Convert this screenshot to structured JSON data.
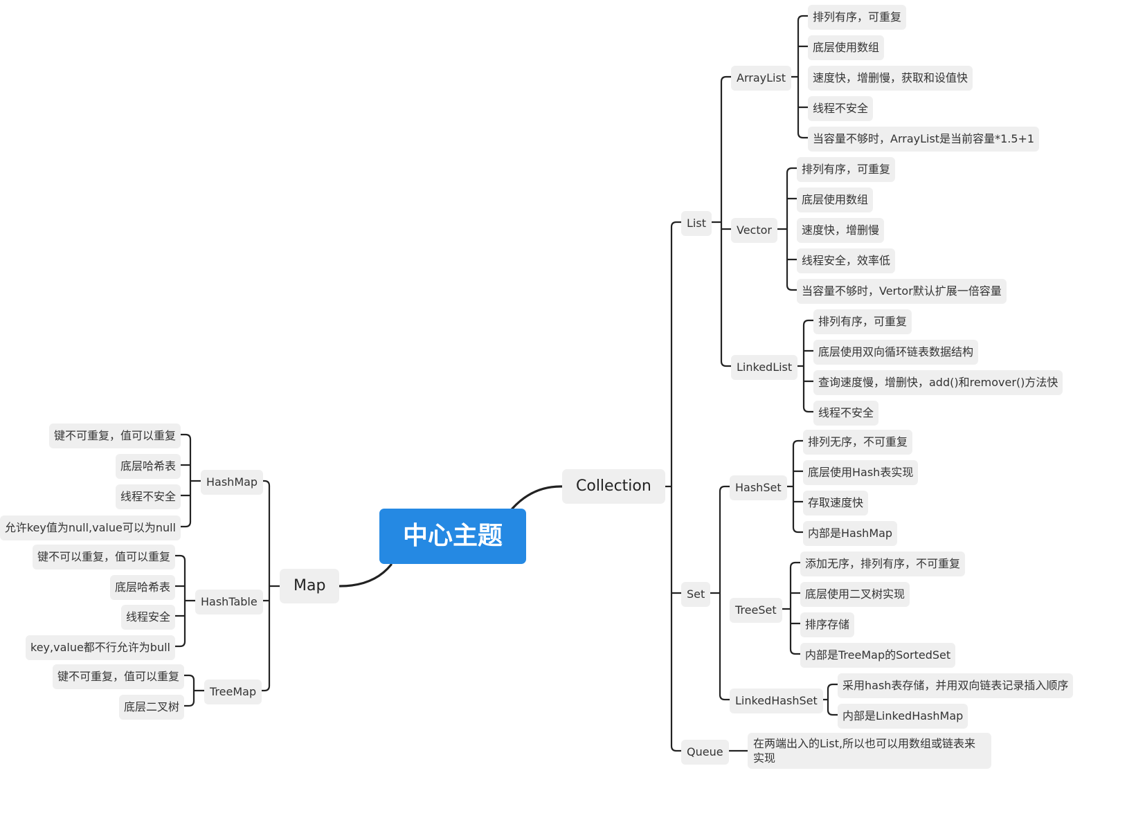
{
  "center": "中心主题",
  "branches": {
    "collection": {
      "label": "Collection",
      "list": {
        "label": "List",
        "arraylist": {
          "label": "ArrayList",
          "items": [
            "排列有序，可重复",
            "底层使用数组",
            "速度快，增删慢，获取和设值快",
            "线程不安全",
            "当容量不够时，ArrayList是当前容量*1.5+1"
          ]
        },
        "vector": {
          "label": "Vector",
          "items": [
            "排列有序，可重复",
            "底层使用数组",
            "速度快，增删慢",
            "线程安全，效率低",
            "当容量不够时，Vertor默认扩展一倍容量"
          ]
        },
        "linkedlist": {
          "label": "LinkedList",
          "items": [
            "排列有序，可重复",
            "底层使用双向循环链表数据结构",
            "查询速度慢，增删快，add()和remover()方法快",
            "线程不安全"
          ]
        }
      },
      "set": {
        "label": "Set",
        "hashset": {
          "label": "HashSet",
          "items": [
            "排列无序，不可重复",
            "底层使用Hash表实现",
            "存取速度快",
            "内部是HashMap"
          ]
        },
        "treeset": {
          "label": "TreeSet",
          "items": [
            "添加无序，排列有序，不可重复",
            "底层使用二叉树实现",
            "排序存储",
            "内部是TreeMap的SortedSet"
          ]
        },
        "linkedhashset": {
          "label": "LinkedHashSet",
          "items": [
            "采用hash表存储，并用双向链表记录插入顺序",
            "内部是LinkedHashMap"
          ]
        }
      },
      "queue": {
        "label": "Queue",
        "items": [
          "在两端出入的List,所以也可以用数组或链表来实现"
        ]
      }
    },
    "map": {
      "label": "Map",
      "hashmap": {
        "label": "HashMap",
        "items": [
          "键不可重复，值可以重复",
          "底层哈希表",
          "线程不安全",
          "允许key值为null,value可以为null"
        ]
      },
      "hashtable": {
        "label": "HashTable",
        "items": [
          "键不可以重复，值可以重复",
          "底层哈希表",
          "线程安全",
          "key,value都不行允许为bull"
        ]
      },
      "treemap": {
        "label": "TreeMap",
        "items": [
          "键不可重复，值可以重复",
          "底层二叉树"
        ]
      }
    }
  }
}
